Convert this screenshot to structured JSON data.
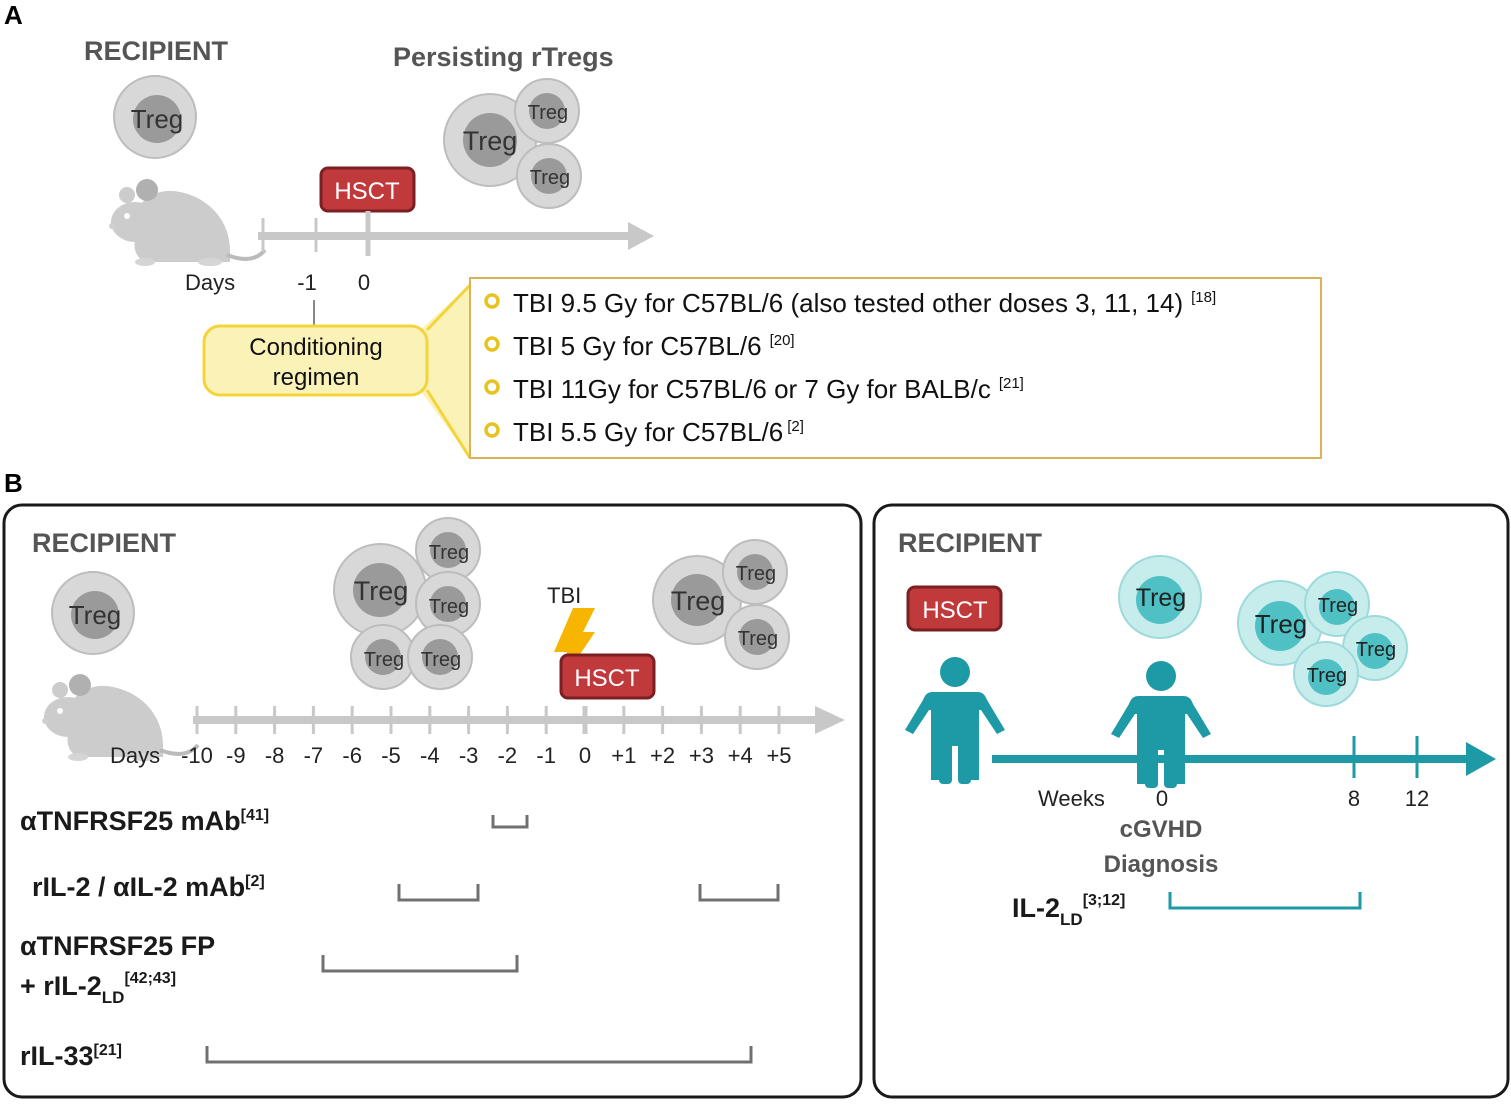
{
  "panel_a": {
    "letter": "A",
    "recipient": "RECIPIENT",
    "persisting": "Persisting rTregs",
    "treg": "Treg",
    "hsct": "HSCT",
    "days": "Days",
    "ticks": [
      "-1",
      "0"
    ],
    "conditioning_line1": "Conditioning",
    "conditioning_line2": "regimen",
    "regimens": [
      {
        "text": "TBI 9.5 Gy for C57BL/6 (also tested other doses 3, 11, 14)",
        "ref": "[18]"
      },
      {
        "text": "TBI 5 Gy for C57BL/6",
        "ref": "[20]"
      },
      {
        "text": "TBI 11Gy for C57BL/6 or 7 Gy for BALB/c",
        "ref": "[21]"
      },
      {
        "text": "TBI 5.5 Gy for C57BL/6",
        "ref": "[2]"
      }
    ]
  },
  "panel_b_left": {
    "letter": "B",
    "recipient": "RECIPIENT",
    "treg": "Treg",
    "tbi": "TBI",
    "hsct": "HSCT",
    "days": "Days",
    "ticks": [
      "-10",
      "-9",
      "-8",
      "-7",
      "-6",
      "-5",
      "-4",
      "-3",
      "-2",
      "-1",
      "0",
      "+1",
      "+2",
      "+3",
      "+4",
      "+5"
    ],
    "treatments": [
      {
        "name": "αTNFRSF25 mAb",
        "ref": "[41]"
      },
      {
        "name": "rIL-2 / αIL-2 mAb",
        "ref": "[2]"
      },
      {
        "name_line1": "αTNFRSF25 FP",
        "name_line2": "+ rIL-2",
        "sub": "LD",
        "ref": "[42;43]"
      },
      {
        "name": "rIL-33",
        "ref": "[21]"
      }
    ]
  },
  "panel_b_right": {
    "recipient": "RECIPIENT",
    "hsct": "HSCT",
    "treg": "Treg",
    "weeks": "Weeks",
    "ticks": [
      "0",
      "8",
      "12"
    ],
    "diagnosis_line1": "cGVHD",
    "diagnosis_line2": "Diagnosis",
    "treatment": {
      "name": "IL-2",
      "sub": "LD",
      "ref": "[3;12]"
    }
  },
  "colors": {
    "grey_axis": "#c8c8c8",
    "hsct_red": "#c0393b",
    "teal": "#1e9aa6",
    "teal_light": "#bfe9ea",
    "yellow": "#f3d43a",
    "box_border": "#d9b25a"
  }
}
